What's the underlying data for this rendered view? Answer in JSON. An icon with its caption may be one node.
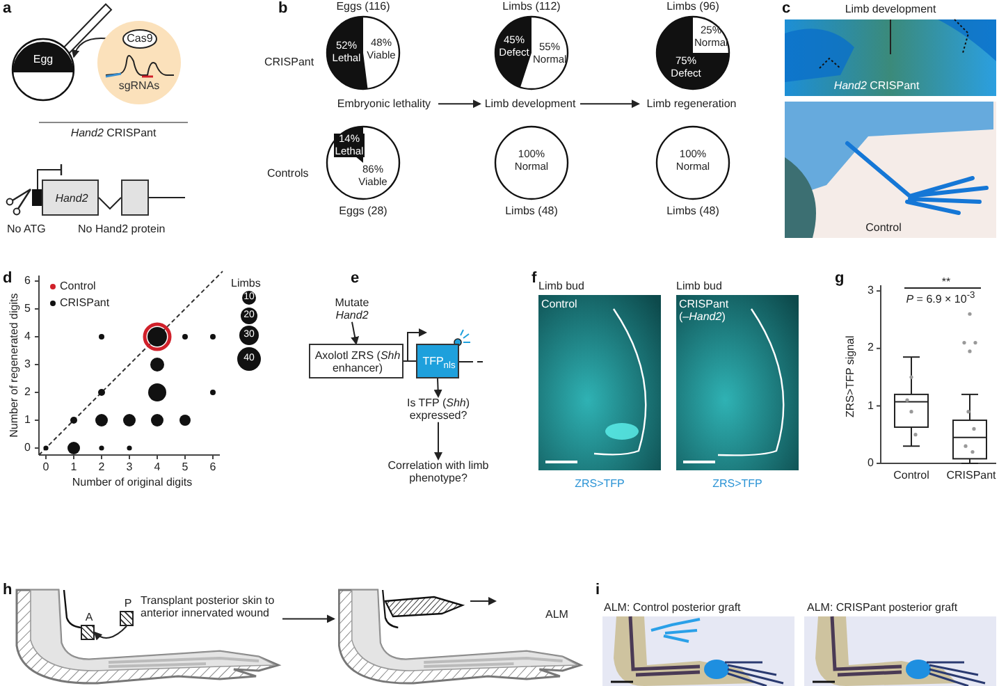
{
  "diagram": {
    "nodes": [
      {
        "text": [
          "Egg"
        ]
      },
      {
        "text": [
          "sgRNAs"
        ]
      },
      {
        "text": [
          "Cas9"
        ],
        "in": 1
      },
      {
        "text": [
          "Hand2"
        ]
      },
      {
        "text": [],
        "shape": "box"
      },
      {
        "text": [
          "52% Lethal",
          "48% Viable"
        ],
        "beside": [
          "Eggs (116)"
        ]
      },
      {
        "text": [
          "45% Defect",
          "55% Normal"
        ],
        "beside": [
          "Limbs (112)"
        ]
      },
      {
        "text": [
          "25% Normal",
          "75% Defect"
        ],
        "beside": [
          "Limbs (96)"
        ]
      },
      {
        "text": [
          "Embryonic lethality"
        ]
      },
      {
        "text": [
          "Limb development"
        ]
      },
      {
        "text": [
          "Limb regeneration"
        ]
      },
      {
        "text": [
          "14% Lethal",
          "86% Viable"
        ],
        "beside": [
          "Eggs (28)"
        ]
      },
      {
        "text": [
          "100% Normal"
        ],
        "beside": [
          "Limbs (48)"
        ]
      },
      {
        "text": [
          "100% Normal"
        ],
        "beside": [
          "Limbs (48)"
        ]
      },
      {
        "text": [
          "Mutate *Hand2*"
        ]
      },
      {
        "text": [
          "Axolotl ZRS (*Shh* enhancer)"
        ]
      },
      {
        "text": [
          "TFP$_{nls}$"
        ]
      },
      {
        "text": [
          "Is TFP (*Shh*) expressed?"
        ]
      },
      {
        "text": [
          "Correlation with limb phenotype?"
        ]
      },
      {
        "text": [],
        "shape": "picture"
      },
      {
        "text": [
          "A"
        ],
        "in": 19
      },
      {
        "text": [
          "P"
        ]
      },
      {
        "text": [],
        "shape": "picture"
      }
    ],
    "edges": [
      {
        "from": 1,
        "to": 0,
        "arrow": "to"
      },
      {
        "from": 8,
        "to": 9,
        "arrow": "to"
      },
      {
        "from": 9,
        "to": 10,
        "arrow": "to"
      },
      {
        "from": 14,
        "to": 15,
        "arrow": "to"
      },
      {
        "from": 15,
        "to": 16,
        "arrow": "none"
      },
      {
        "from": 16,
        "to": 17,
        "arrow": "to"
      },
      {
        "from": 17,
        "to": 18,
        "arrow": "to"
      },
      {
        "from": 21,
        "to": 20,
        "arrow": "to"
      },
      {
        "from": 19,
        "to": 22,
        "arrow": "to"
      }
    ],
    "labels": [
      "a",
      "*Hand2* CRISPant",
      "No ATG",
      "No Hand2 protein",
      "b",
      "CRISPant",
      "Controls",
      "c",
      "Limb development",
      "*Hand2* CRISPant",
      "Control",
      "d",
      "Limbs",
      "e",
      "f",
      "Limb bud",
      "Control",
      "ZRS>TFP",
      "Limb bud",
      "CRISPant (–*Hand2*)",
      "ZRS>TFP",
      "g",
      "**",
      "*P* = 6.9 × 10$^{-3}$",
      "3",
      "2",
      "1",
      "0",
      "ZRS>TFP signal",
      "Control",
      "CRISPant",
      "h",
      "Transplant posterior skin to anterior innervated wound",
      "ALM",
      "i",
      "ALM: Control posterior graft",
      "ALM: CRISPant posterior graft",
      "6",
      "5",
      "4",
      "3",
      "2",
      "1",
      "0",
      "Number of regenerated digits",
      "0",
      "1",
      "2",
      "3",
      "4",
      "5",
      "6",
      "Number of original digits"
    ],
    "legend": [
      {
        "text": "Control",
        "color": "#d0202a"
      },
      {
        "text": "CRISPant",
        "color": "#111111"
      },
      {
        "text": "10"
      },
      {
        "text": "20"
      },
      {
        "text": "30"
      },
      {
        "text": "40"
      }
    ]
  }
}
